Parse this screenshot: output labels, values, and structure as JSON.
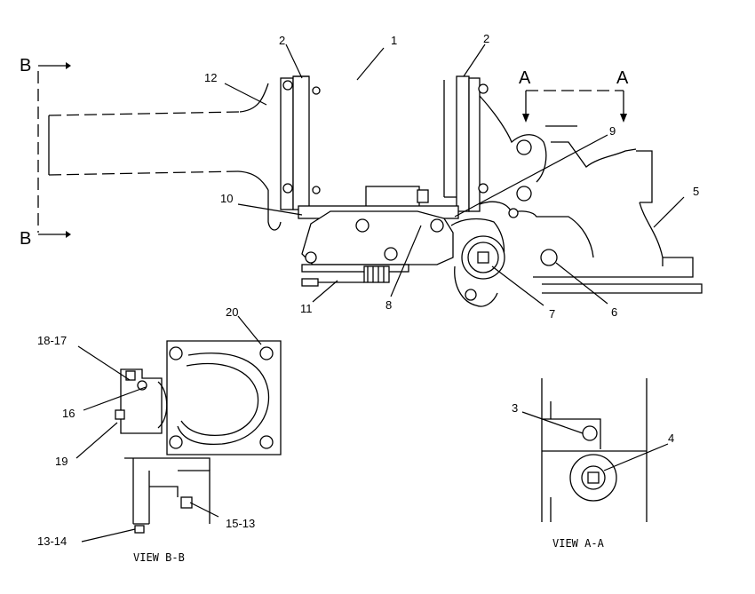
{
  "callouts": {
    "c1": "1",
    "c2a": "2",
    "c2b": "2",
    "c3": "3",
    "c4": "4",
    "c5": "5",
    "c6": "6",
    "c7": "7",
    "c8": "8",
    "c9": "9",
    "c10": "10",
    "c11": "11",
    "c12": "12",
    "c13_14": "13-14",
    "c15_13": "15-13",
    "c16": "16",
    "c18_17": "18-17",
    "c19": "19",
    "c20": "20"
  },
  "section_marks": {
    "b_top": "B",
    "b_bottom": "B",
    "a_left": "A",
    "a_right": "A"
  },
  "captions": {
    "view_bb": "VIEW B-B",
    "view_aa": "VIEW A-A"
  }
}
